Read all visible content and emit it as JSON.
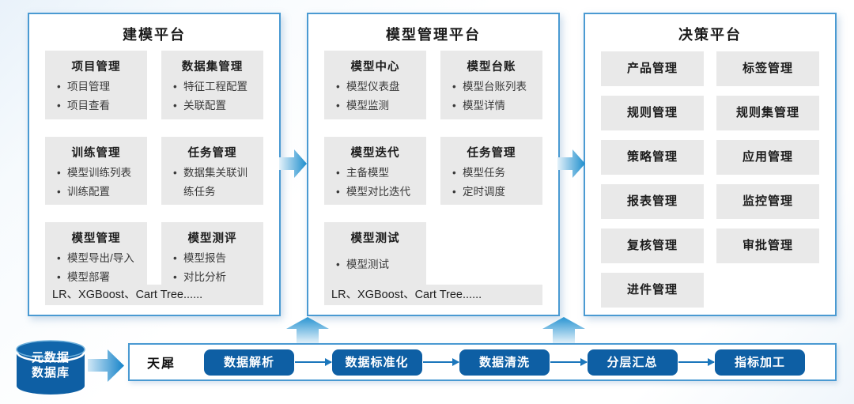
{
  "panels": [
    {
      "title": "建模平台",
      "cards": [
        {
          "title": "项目管理",
          "items": [
            "项目管理",
            "项目查看"
          ]
        },
        {
          "title": "数据集管理",
          "items": [
            "特征工程配置",
            "关联配置"
          ]
        },
        {
          "title": "训练管理",
          "items": [
            "模型训练列表",
            "训练配置"
          ]
        },
        {
          "title": "任务管理",
          "items": [
            "数据集关联训练任务"
          ]
        },
        {
          "title": "模型管理",
          "items": [
            "模型导出/导入",
            "模型部署"
          ]
        },
        {
          "title": "模型测评",
          "items": [
            "模型报告",
            "对比分析"
          ]
        }
      ],
      "footer": "LR、XGBoost、Cart Tree......"
    },
    {
      "title": "模型管理平台",
      "cards": [
        {
          "title": "模型中心",
          "items": [
            "模型仪表盘",
            "模型监测"
          ]
        },
        {
          "title": "模型台账",
          "items": [
            "模型台账列表",
            "模型详情"
          ]
        },
        {
          "title": "模型迭代",
          "items": [
            "主备模型",
            "模型对比迭代"
          ]
        },
        {
          "title": "任务管理",
          "items": [
            "模型任务",
            "定时调度"
          ]
        },
        {
          "title": "模型测试",
          "items": [
            "模型测试"
          ]
        }
      ],
      "footer": "LR、XGBoost、Cart Tree......"
    },
    {
      "title": "决策平台",
      "tiles": [
        "产品管理",
        "标签管理",
        "规则管理",
        "规则集管理",
        "策略管理",
        "应用管理",
        "报表管理",
        "监控管理",
        "复核管理",
        "审批管理",
        "进件管理"
      ]
    }
  ],
  "pipeline": {
    "source_line1": "元数据",
    "source_line2": "数据库",
    "engine_label": "天犀",
    "stages": [
      "数据解析",
      "数据标准化",
      "数据清洗",
      "分层汇总",
      "指标加工"
    ]
  },
  "colors": {
    "primary_blue": "#0e5fa4",
    "border_blue": "#4a9ad2",
    "arrow_blue_strong": "#1d8ecd",
    "arrow_blue_light": "#e3f1fa",
    "card_gray": "#e9e9e9",
    "connector_blue": "#1b76bb"
  }
}
